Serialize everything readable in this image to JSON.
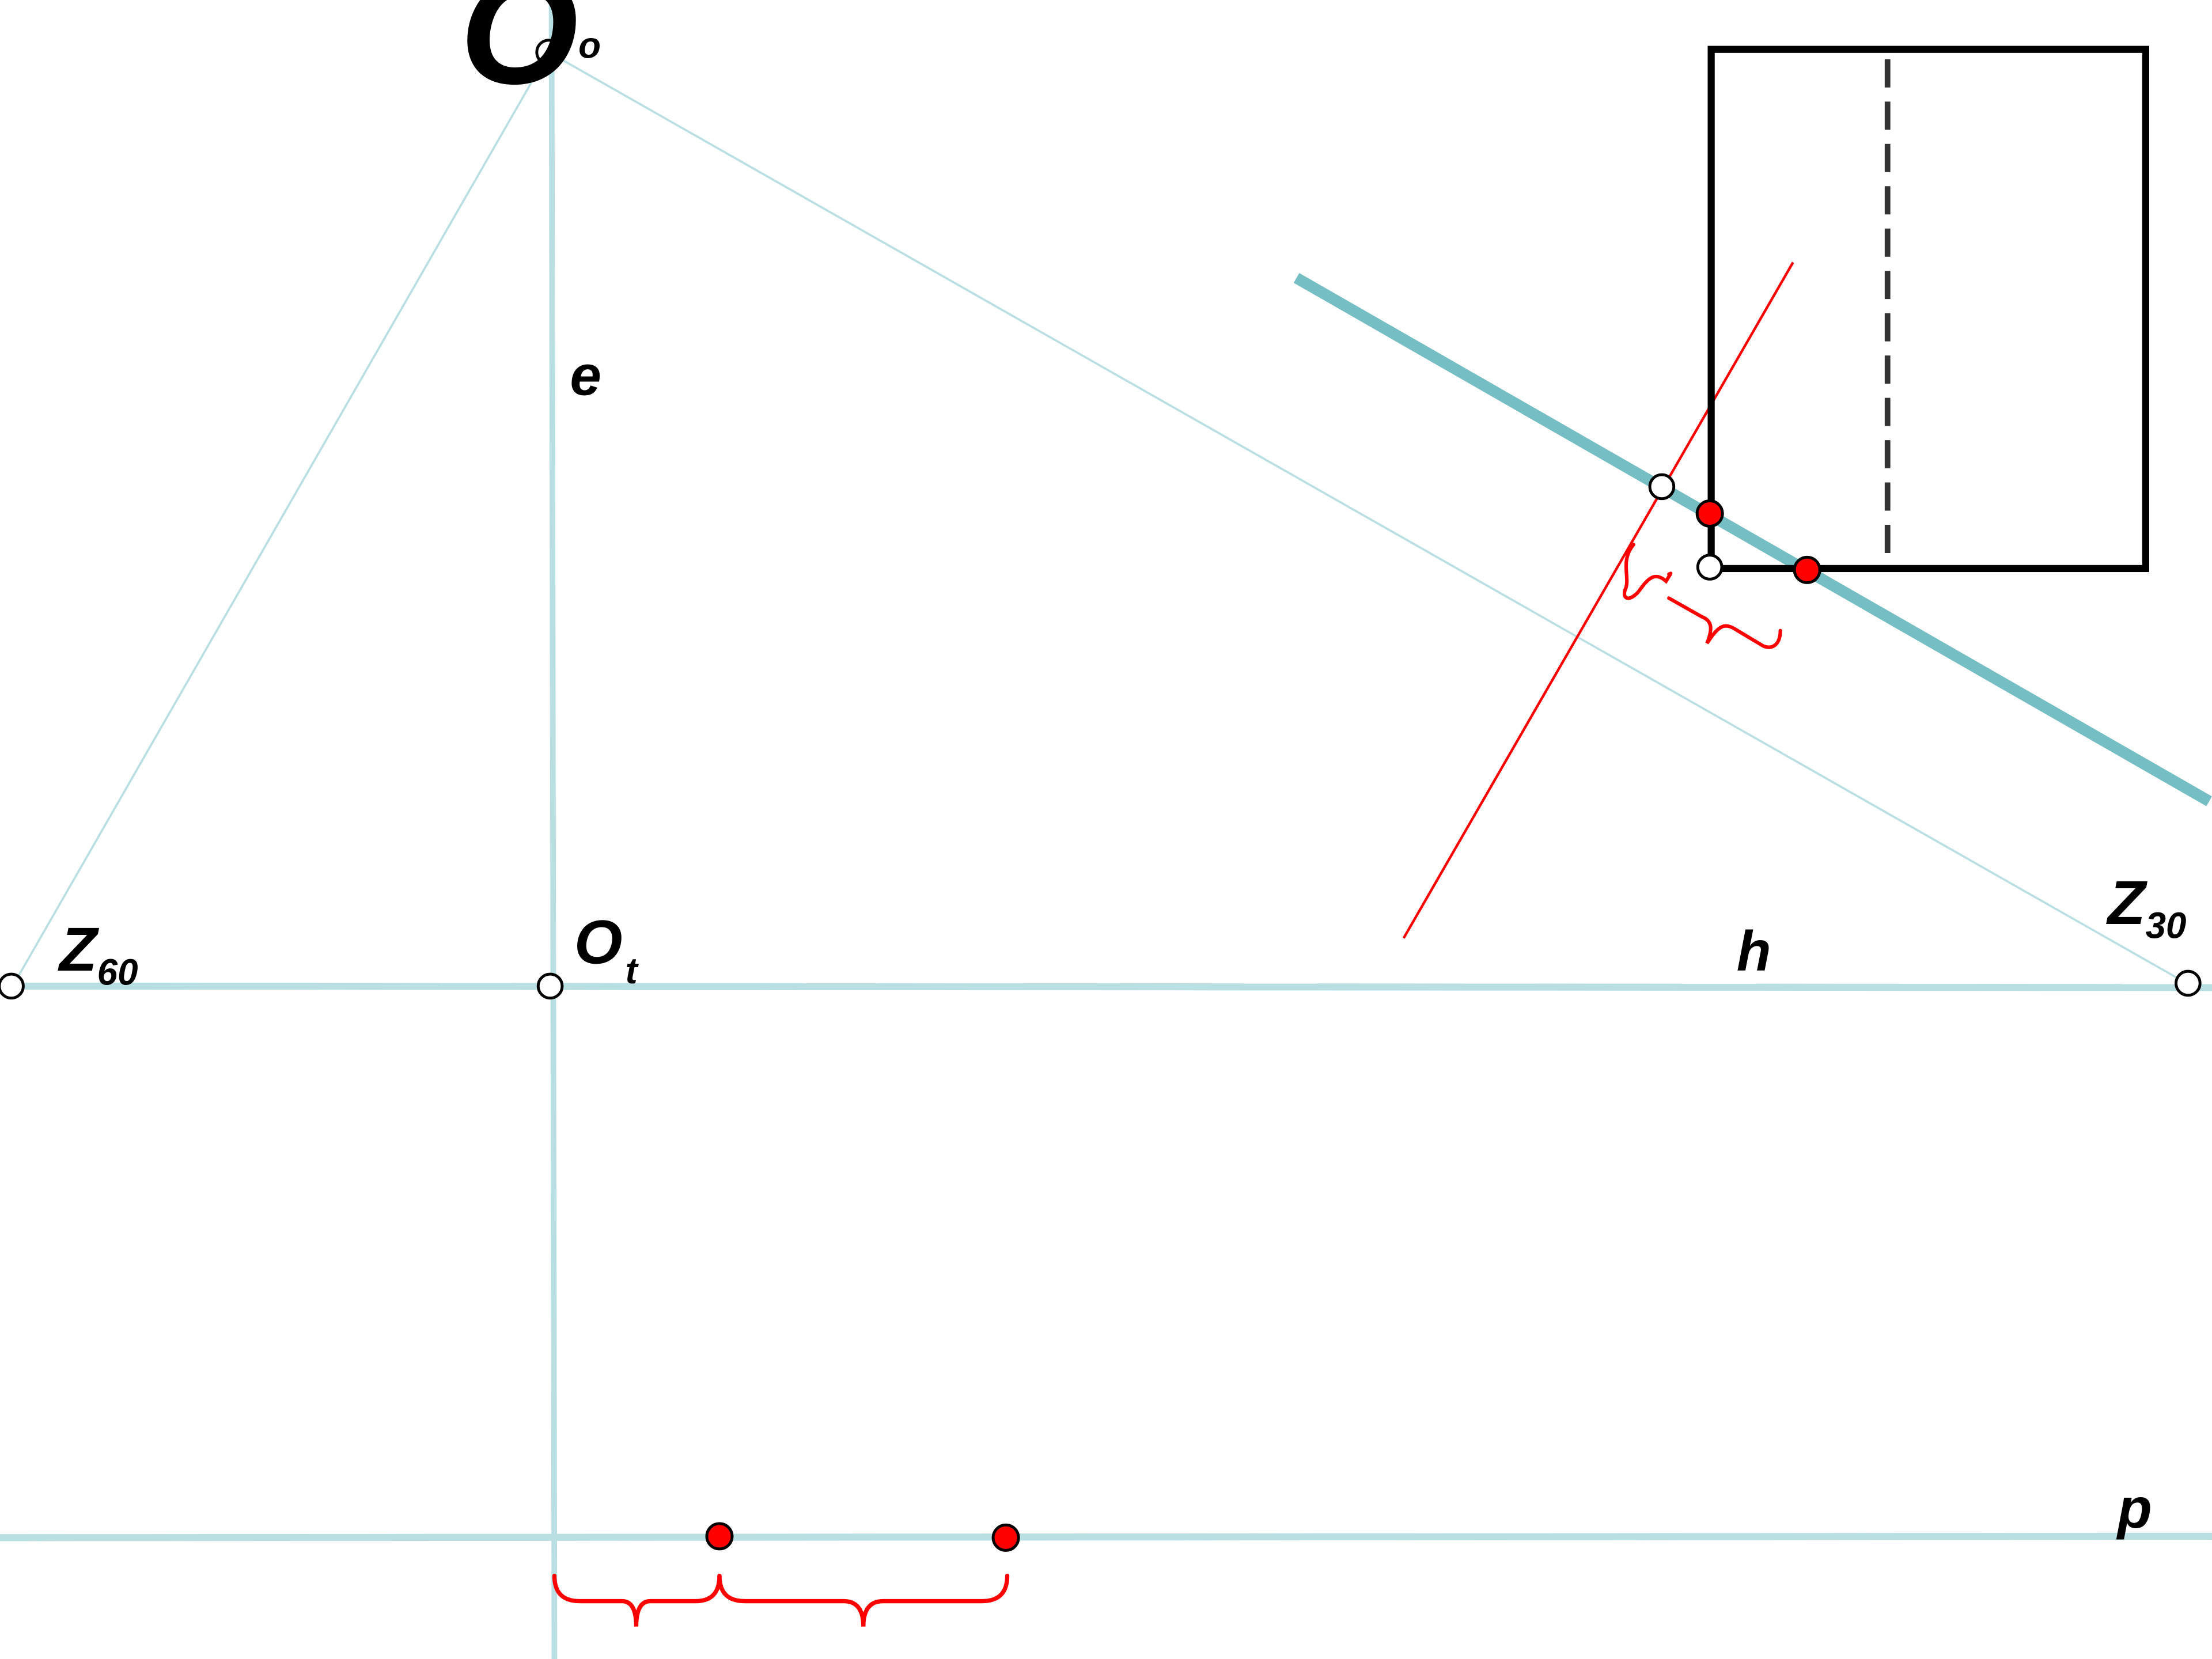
{
  "labels": {
    "vertex_top": {
      "base": "O",
      "superscript": "o"
    },
    "vertical_line": "e",
    "center_point": {
      "base": "O",
      "subscript": "t"
    },
    "left_vanishing": {
      "base": "Z",
      "subscript": "60"
    },
    "right_vanishing": {
      "base": "Z",
      "subscript": "30"
    },
    "horizon": "h",
    "picture_line": "p"
  },
  "colors": {
    "construction_line": "#b9dfe3",
    "thick_line": "#74bec4",
    "red_construction": "#ff0000",
    "red_point": "#ff0000",
    "outline": "#000000",
    "dashed": "#333333",
    "open_point_fill": "#ffffff"
  }
}
